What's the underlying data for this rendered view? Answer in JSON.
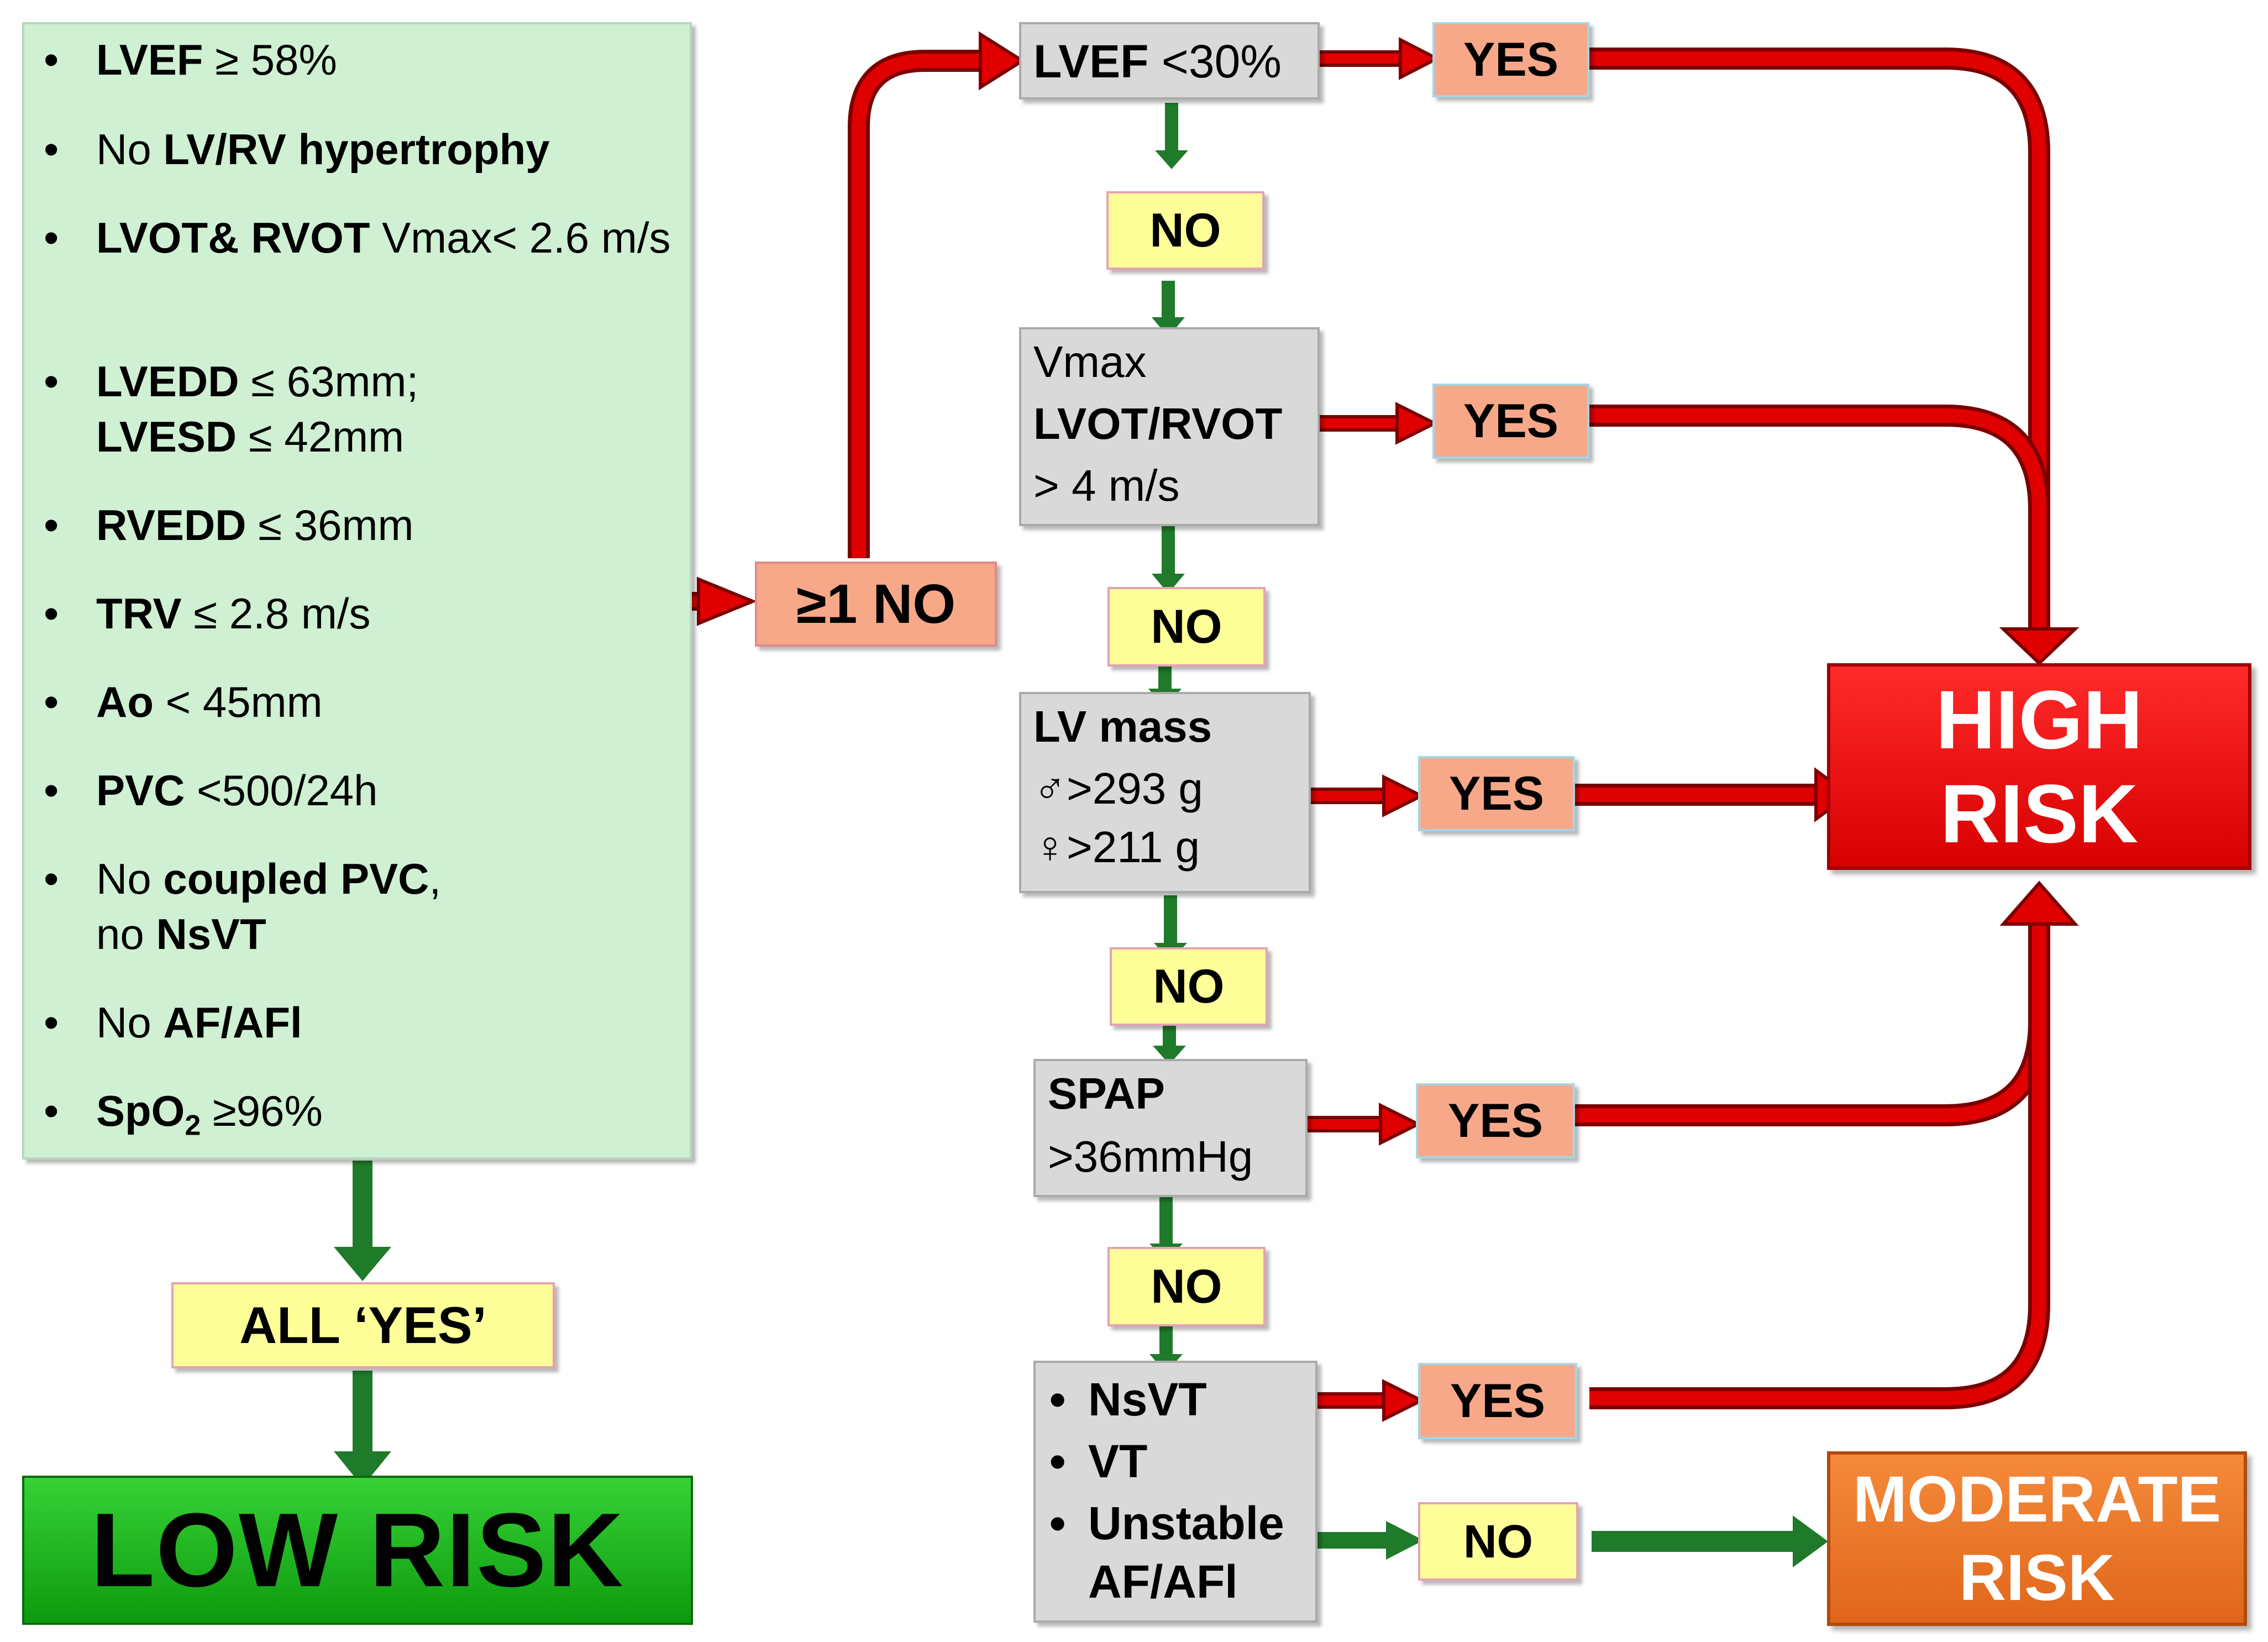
{
  "criteria": {
    "items": [
      {
        "bold": "LVEF",
        "text": " ≥ 58%"
      },
      {
        "pre": "No ",
        "bold": "LV/RV hypertrophy",
        "text": ""
      },
      {
        "bold": "LVOT& RVOT",
        "text": " Vmax< 2.6 m/s"
      },
      {
        "bold": "LVEDD",
        "text": " ≤ 63mm;",
        "bold2": "LVESD",
        "text2": " ≤ 42mm"
      },
      {
        "bold": "RVEDD",
        "text": " ≤ 36mm"
      },
      {
        "bold": "TRV",
        "text": " ≤ 2.8 m/s"
      },
      {
        "bold": "Ao",
        "text": " < 45mm"
      },
      {
        "bold": "PVC",
        "text": " <500/24h"
      },
      {
        "pre": "No ",
        "bold": "coupled PVC",
        "text": ",",
        "pre2": "no ",
        "bold2": "NsVT"
      },
      {
        "pre": "No ",
        "bold": "AF/AFl",
        "text": ""
      },
      {
        "bold": "SpO",
        "sub": "2",
        "text": " ≥96%"
      }
    ]
  },
  "all_yes": "ALL ‘YES’",
  "one_no": "≥1 NO",
  "outcomes": {
    "low": "LOW RISK",
    "high_line1": "HIGH",
    "high_line2": "RISK",
    "moderate_line1": "MODERATE",
    "moderate_line2": "RISK"
  },
  "steps": {
    "lvef": {
      "bold": "LVEF",
      "text": " <30%"
    },
    "vmax": {
      "line1": "Vmax",
      "line2": "LVOT/RVOT",
      "line3": "> 4 m/s"
    },
    "lvmass": {
      "line1": "LV mass",
      "line2": "♂>293 g",
      "line3": "♀>211 g"
    },
    "spap": {
      "line1": "SPAP",
      "line2": ">36mmHg"
    },
    "arrhythmia": {
      "items": [
        "NsVT",
        "VT",
        "Unstable",
        "AF/AFl"
      ]
    }
  },
  "yes_label": "YES",
  "no_label": "NO",
  "colors": {
    "red_arrow": "#e00000",
    "green_arrow": "#1f7a2a",
    "high_risk": "#ee0000",
    "low_risk": "#14b414",
    "moderate_risk": "#f07a28"
  }
}
